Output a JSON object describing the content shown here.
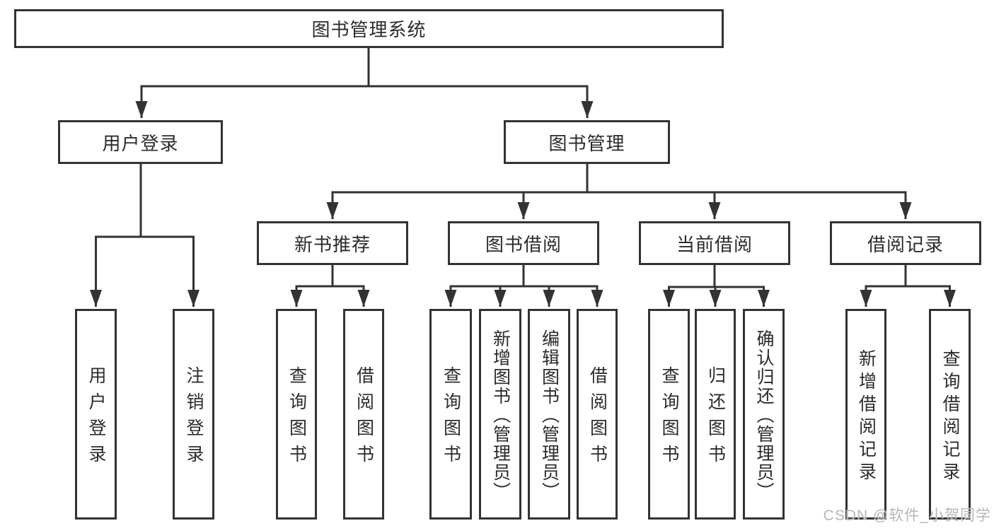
{
  "tree": {
    "root": {
      "label": "图书管理系统"
    },
    "children": [
      {
        "label": "用户登录",
        "children": [
          {
            "label": "用户登录"
          },
          {
            "label": "注销登录"
          }
        ]
      },
      {
        "label": "图书管理",
        "children": [
          {
            "label": "新书推荐",
            "children": [
              {
                "label": "查询图书"
              },
              {
                "label": "借阅图书"
              }
            ]
          },
          {
            "label": "图书借阅",
            "children": [
              {
                "label": "查询图书"
              },
              {
                "label": "新增图书（管理员）"
              },
              {
                "label": "编辑图书（管理员）"
              },
              {
                "label": "借阅图书"
              }
            ]
          },
          {
            "label": "当前借阅",
            "children": [
              {
                "label": "查询图书"
              },
              {
                "label": "归还图书"
              },
              {
                "label": "确认归还（管理员）"
              }
            ]
          },
          {
            "label": "借阅记录",
            "children": [
              {
                "label": "新增借阅记录"
              },
              {
                "label": "查询借阅记录"
              }
            ]
          }
        ]
      }
    ]
  },
  "watermark": {
    "text": "CSDN @软件_小贺同学"
  },
  "colors": {
    "line": "#333333",
    "text": "#2b2b2b",
    "watermark": "#b6b6b6",
    "background": "#ffffff"
  }
}
